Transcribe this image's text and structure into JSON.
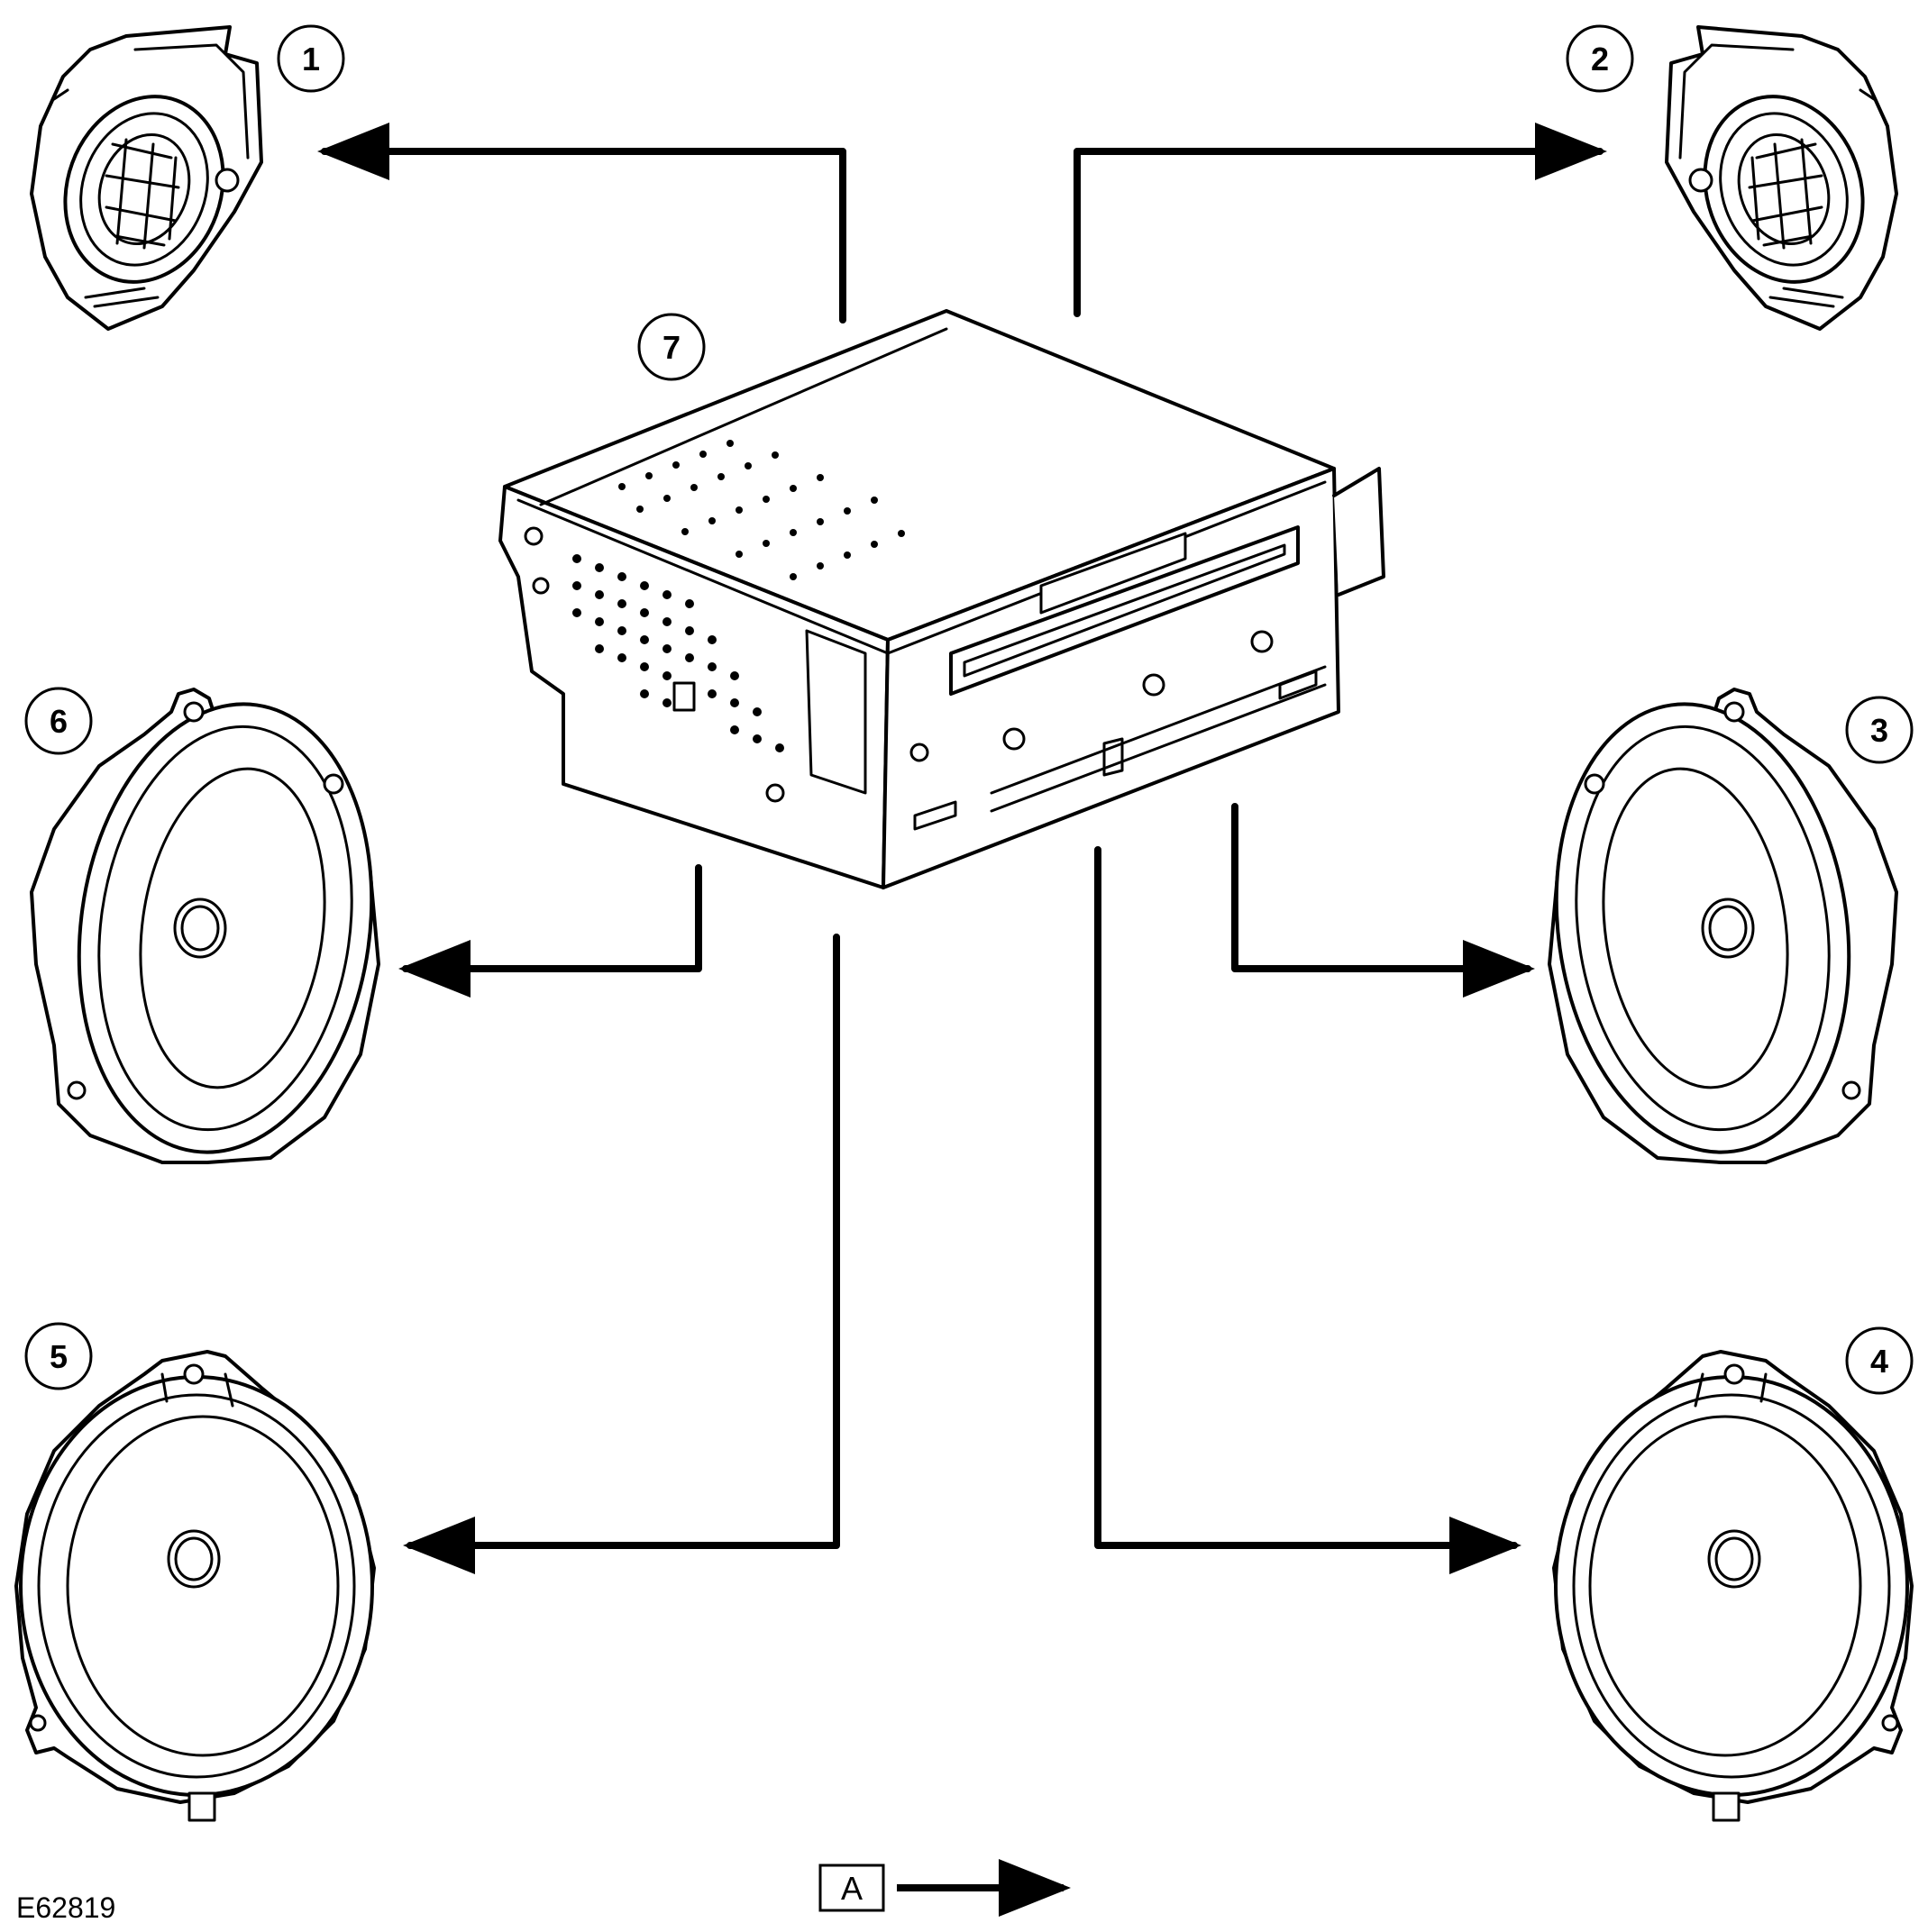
{
  "figure_id": "E62819",
  "legend": {
    "key_letter": "A"
  },
  "callouts": [
    {
      "id": "1",
      "label": "1"
    },
    {
      "id": "2",
      "label": "2"
    },
    {
      "id": "3",
      "label": "3"
    },
    {
      "id": "4",
      "label": "4"
    },
    {
      "id": "5",
      "label": "5"
    },
    {
      "id": "6",
      "label": "6"
    },
    {
      "id": "7",
      "label": "7"
    }
  ],
  "colors": {
    "line": "#000000",
    "background": "#ffffff",
    "shade": "#cfcfcf"
  }
}
